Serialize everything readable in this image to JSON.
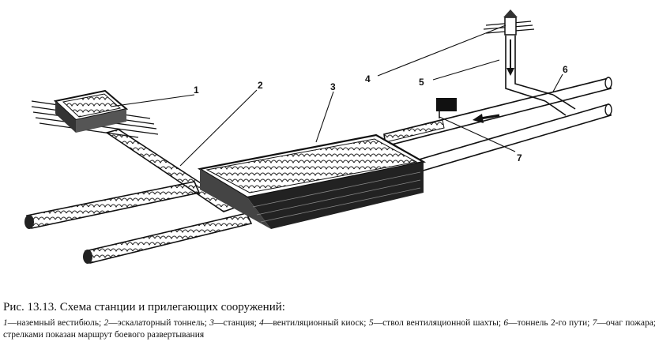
{
  "figure": {
    "callouts": [
      "1",
      "2",
      "3",
      "4",
      "5",
      "6",
      "7"
    ]
  },
  "caption": {
    "title": "Рис. 13.13. Схема станции и прилегающих сооружений:",
    "legend": [
      {
        "num": "1",
        "text": "—наземный вестибюль; "
      },
      {
        "num": "2",
        "text": "—эскалаторный тоннель; "
      },
      {
        "num": "3",
        "text": "—станция; "
      },
      {
        "num": "4",
        "text": "—вентиляционный киоск; "
      },
      {
        "num": "5",
        "text": "—ствол вентиляционной шахты; "
      },
      {
        "num": "6",
        "text": "—тоннель 2-го пути; "
      },
      {
        "num": "7",
        "text": "—очаг пожара; стрелками показан маршрут боевого развертывания"
      }
    ]
  }
}
